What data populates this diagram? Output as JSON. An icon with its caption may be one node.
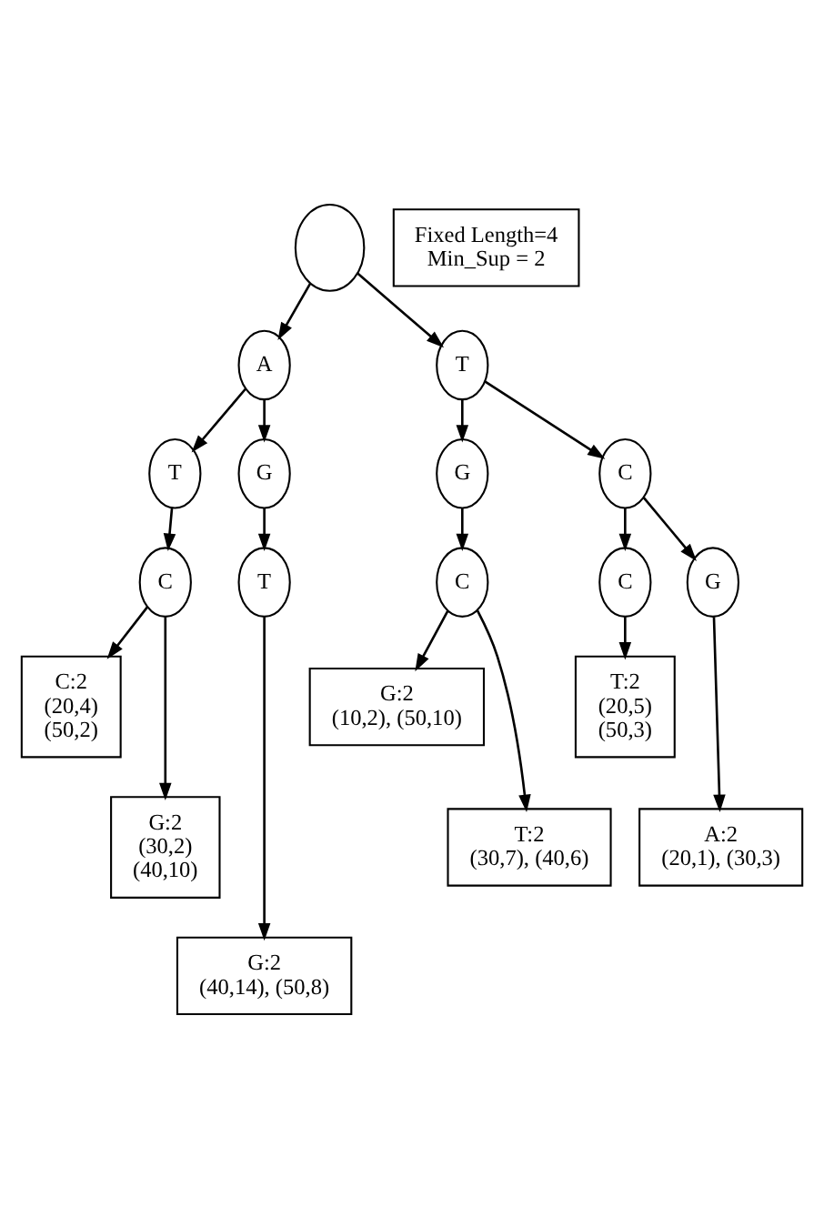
{
  "diagram": {
    "nodes": [
      {
        "text": [
          "Fixed Length=4",
          "Min_Sup = 2"
        ]
      },
      {
        "text": [],
        "shape": "circle"
      },
      {
        "text": [
          "A"
        ]
      },
      {
        "text": [
          "T"
        ]
      },
      {
        "text": [
          "T"
        ]
      },
      {
        "text": [
          "G"
        ]
      },
      {
        "text": [
          "G"
        ]
      },
      {
        "text": [
          "C"
        ]
      },
      {
        "text": [
          "C"
        ]
      },
      {
        "text": [
          "T"
        ]
      },
      {
        "text": [
          "C"
        ]
      },
      {
        "text": [
          "C"
        ]
      },
      {
        "text": [
          "G"
        ]
      },
      {
        "text": [
          "C:2",
          "(20,4)",
          "(50,2)"
        ]
      },
      {
        "text": [
          "G:2",
          "(10,2), (50,10)"
        ]
      },
      {
        "text": [
          "T:2",
          "(20,5)",
          "(50,3)"
        ]
      },
      {
        "text": [
          "G:2",
          "(30,2)",
          "(40,10)"
        ]
      },
      {
        "text": [
          "T:2",
          "(30,7), (40,6)"
        ]
      },
      {
        "text": [
          "A:2",
          "(20,1), (30,3)"
        ]
      },
      {
        "text": [
          "G:2",
          "(40,14), (50,8)"
        ]
      }
    ],
    "edges": [
      {
        "from": 1,
        "to": 2,
        "arrow": "to"
      },
      {
        "from": 1,
        "to": 3,
        "arrow": "to"
      },
      {
        "from": 2,
        "to": 4,
        "arrow": "to"
      },
      {
        "from": 2,
        "to": 5,
        "arrow": "to"
      },
      {
        "from": 3,
        "to": 6,
        "arrow": "to"
      },
      {
        "from": 3,
        "to": 7,
        "arrow": "to"
      },
      {
        "from": 4,
        "to": 8,
        "arrow": "to"
      },
      {
        "from": 5,
        "to": 9,
        "arrow": "to"
      },
      {
        "from": 6,
        "to": 10,
        "arrow": "to"
      },
      {
        "from": 7,
        "to": 11,
        "arrow": "to"
      },
      {
        "from": 7,
        "to": 12,
        "arrow": "to"
      },
      {
        "from": 8,
        "to": 13,
        "arrow": "to"
      },
      {
        "from": 8,
        "to": 16,
        "arrow": "to"
      },
      {
        "from": 9,
        "to": 19,
        "arrow": "to"
      },
      {
        "from": 10,
        "to": 14,
        "arrow": "to"
      },
      {
        "from": 10,
        "to": 17,
        "arrow": "to"
      },
      {
        "from": 11,
        "to": 15,
        "arrow": "to"
      },
      {
        "from": 12,
        "to": 18,
        "arrow": "to"
      }
    ]
  }
}
